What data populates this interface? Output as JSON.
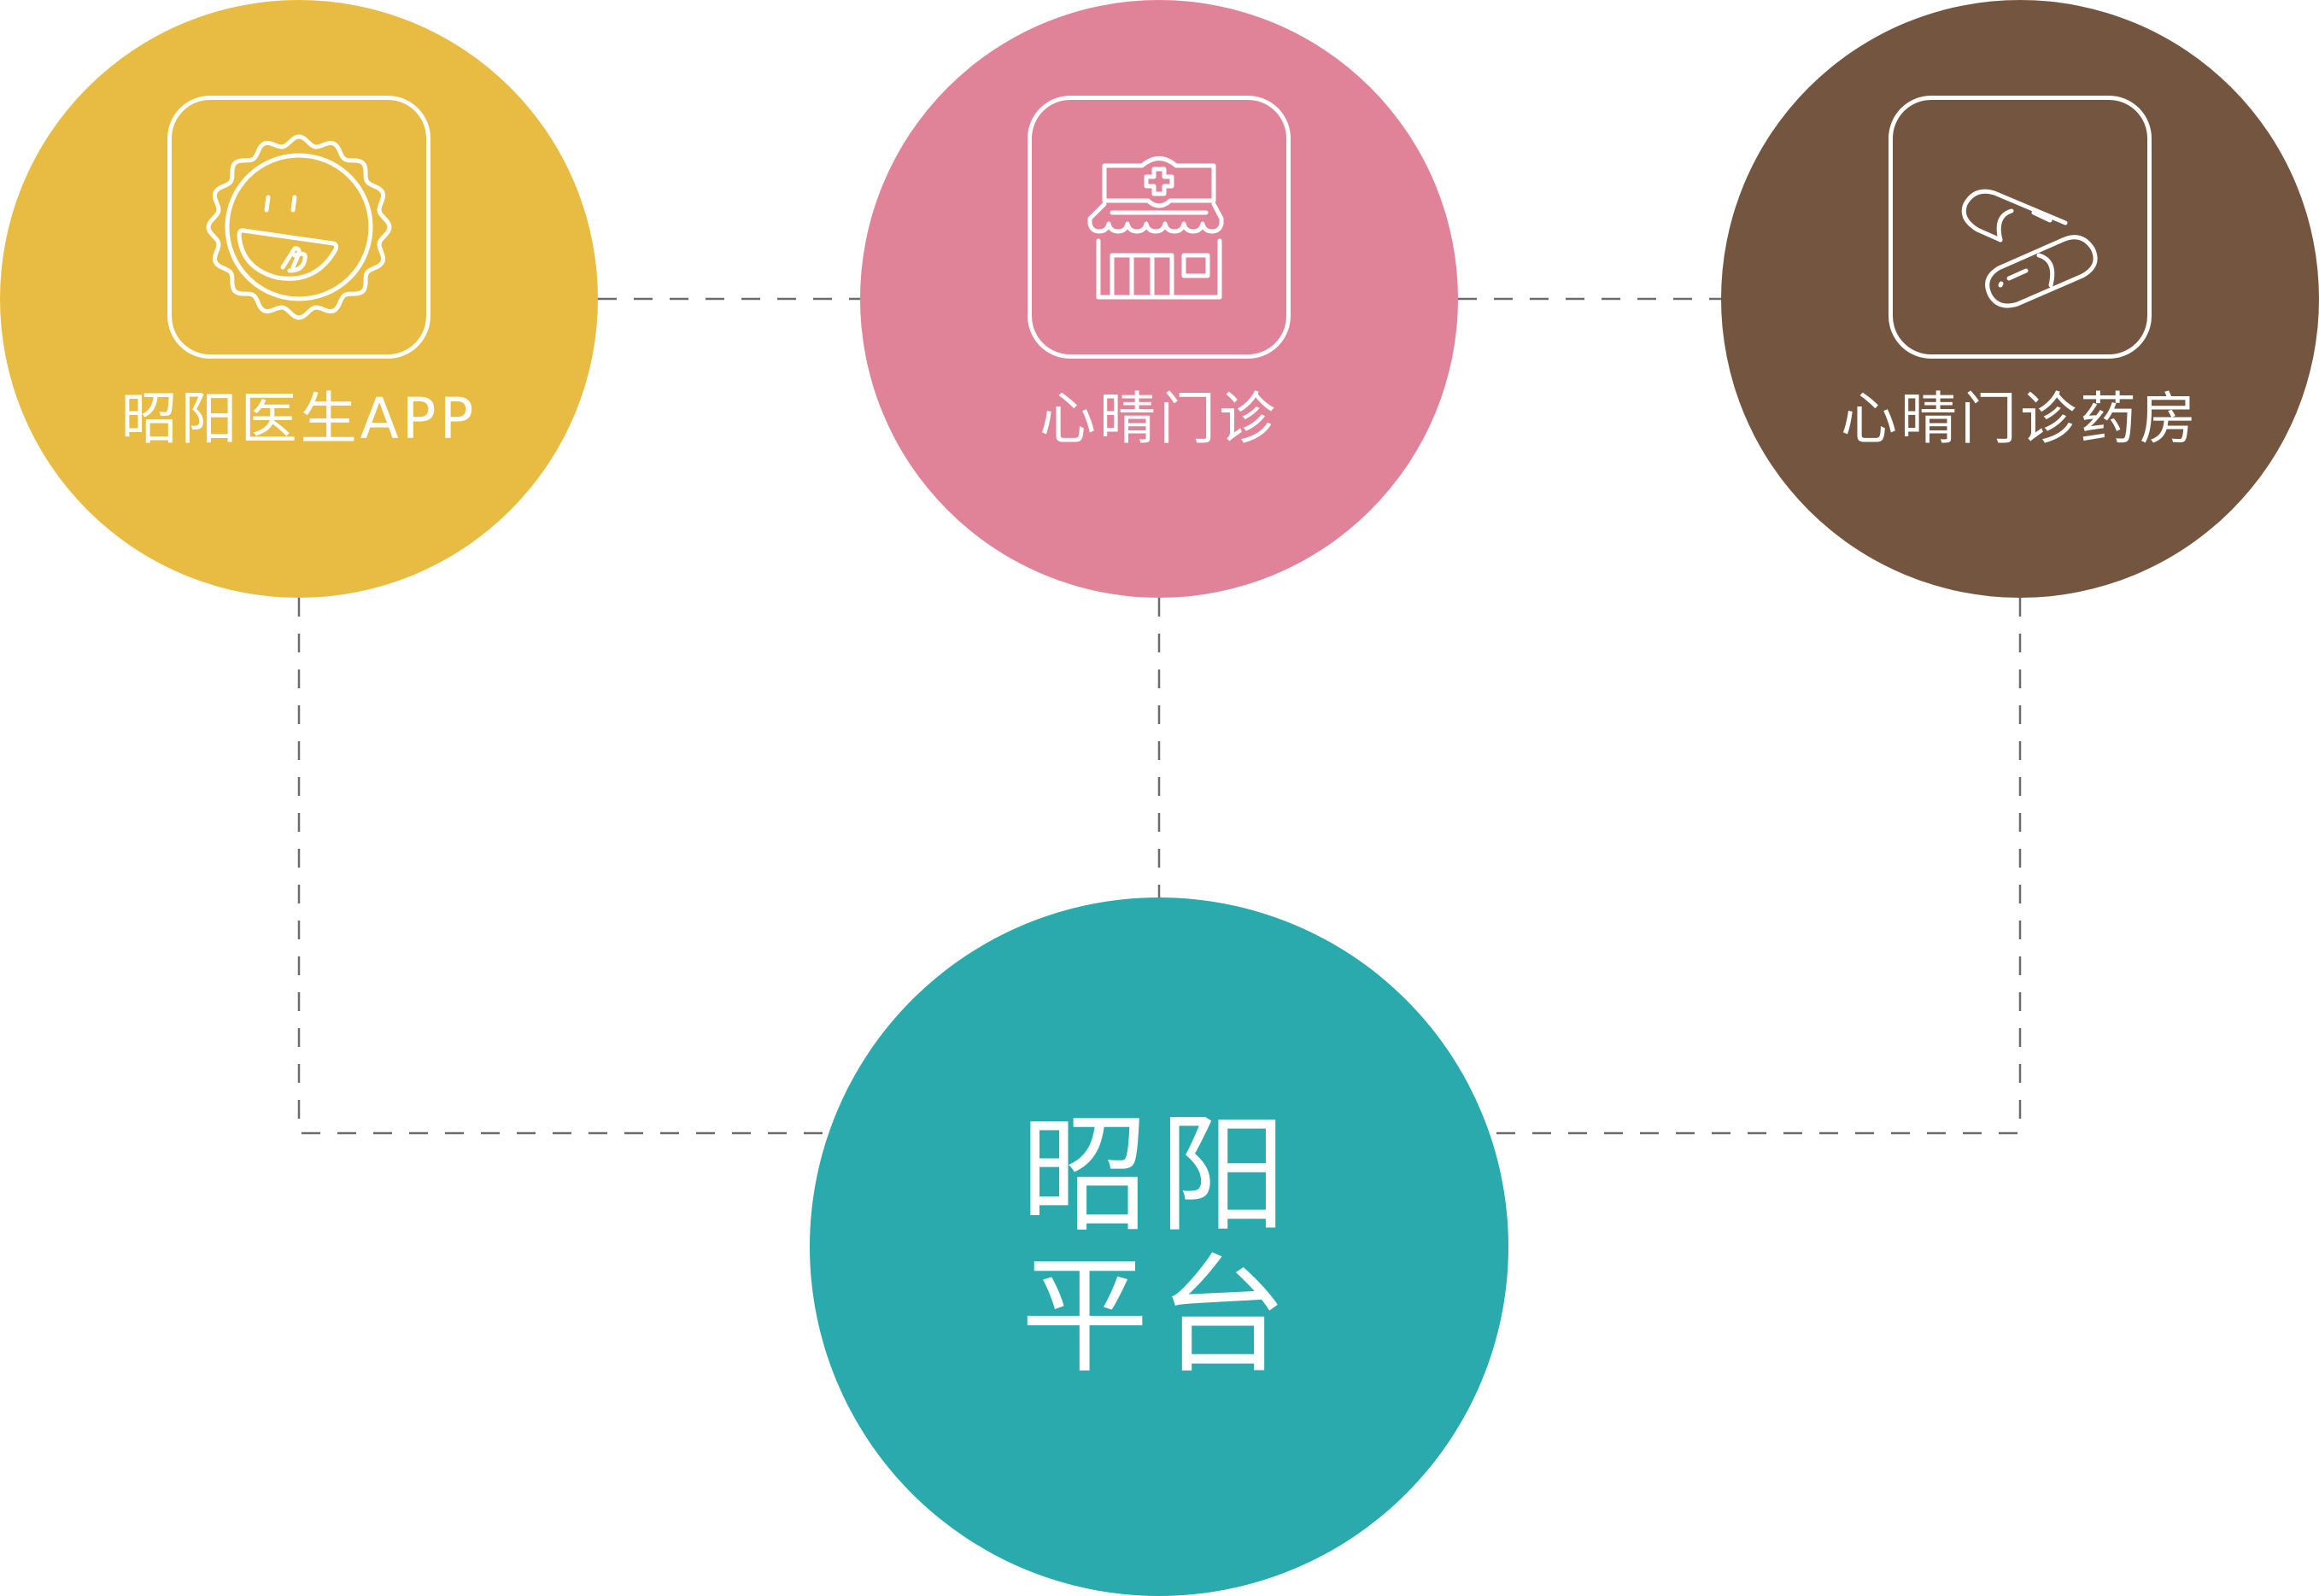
{
  "diagram": {
    "nodes": [
      {
        "id": "app",
        "label": "昭阳医生APP",
        "color": "#e8bc42",
        "icon": "smiley-sun-icon"
      },
      {
        "id": "clinic",
        "label": "心晴门诊",
        "color": "#e08398",
        "icon": "clinic-store-icon"
      },
      {
        "id": "pharmacy",
        "label": "心晴门诊药房",
        "color": "#745640",
        "icon": "pills-capsule-icon"
      }
    ],
    "center": {
      "line1": "昭阳",
      "line2": "平台",
      "color": "#2aaaad"
    },
    "connector_color": "#6b6b6b"
  }
}
